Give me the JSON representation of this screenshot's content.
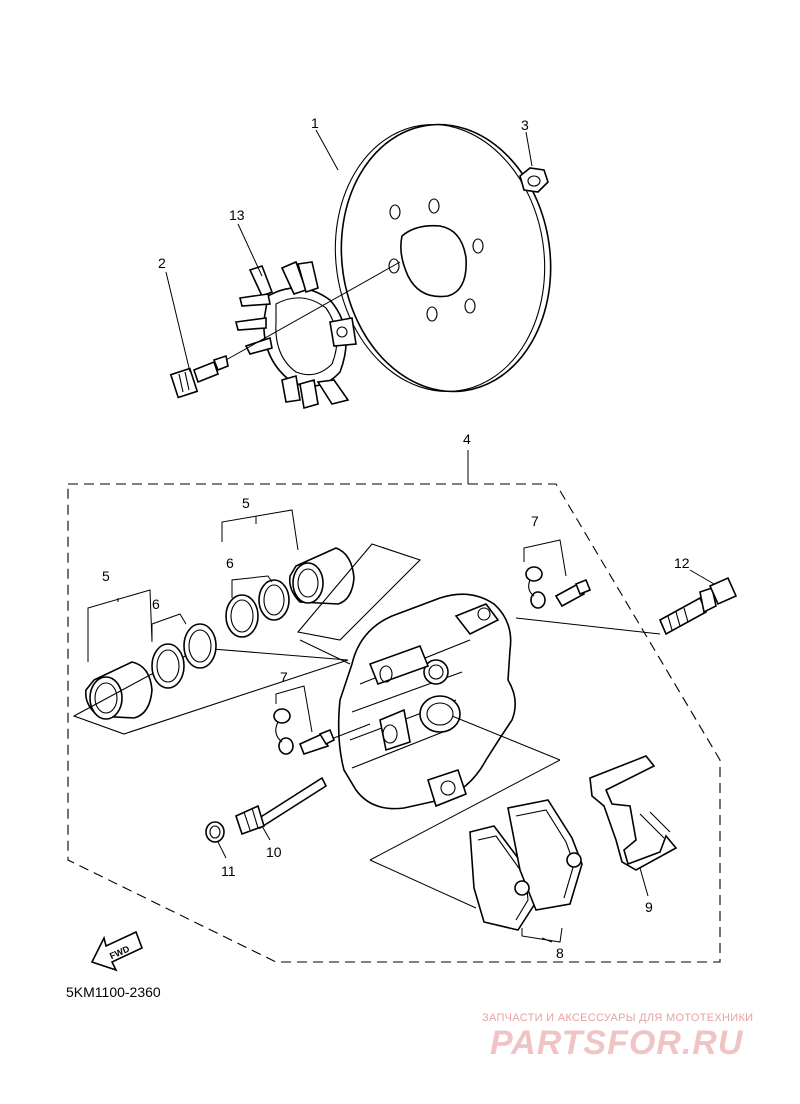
{
  "labels": {
    "p1": "1",
    "p2": "2",
    "p3": "3",
    "p4": "4",
    "p5a": "5",
    "p5b": "5",
    "p6a": "6",
    "p6b": "6",
    "p7a": "7",
    "p7b": "7",
    "p8": "8",
    "p9": "9",
    "p10": "10",
    "p11": "11",
    "p12": "12",
    "p13": "13"
  },
  "fwd_label": "FWD",
  "doc_code": "5KM1100-2360",
  "watermark": {
    "subtitle": "ЗАПЧАСТИ И АКСЕССУАРЫ ДЛЯ МОТОТЕХНИКИ",
    "logo": "PARTSFOR.RU"
  }
}
